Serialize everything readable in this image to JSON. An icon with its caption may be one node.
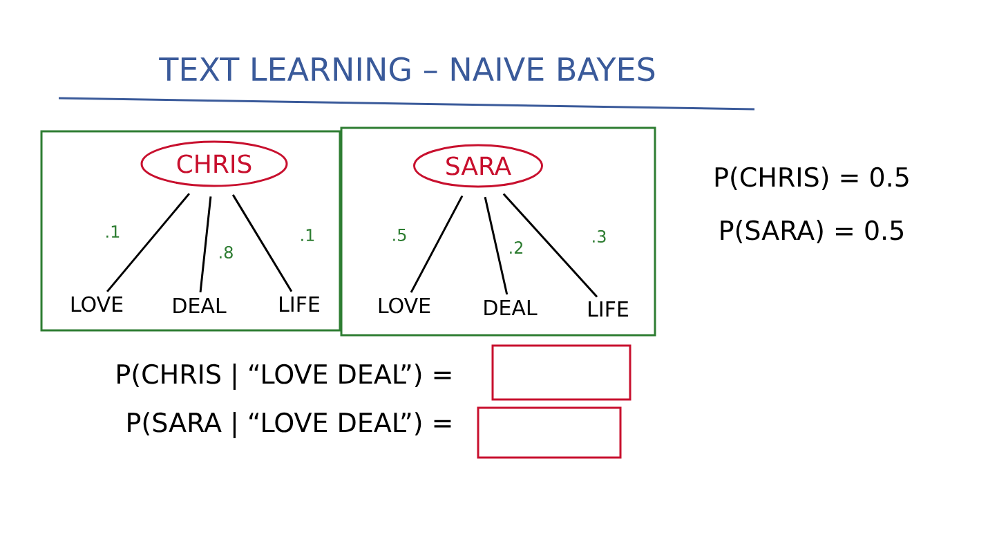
{
  "diagram": {
    "title": "TEXT LEARNING – NAIVE BAYES",
    "nodes": [
      {
        "text": [],
        "shape": "box"
      },
      {
        "text": [
          "CHRIS"
        ],
        "in": 0
      },
      {
        "text": [
          "LOVE"
        ],
        "in": 0
      },
      {
        "text": [
          "DEAL"
        ],
        "in": 0
      },
      {
        "text": [
          "LIFE"
        ],
        "in": 0
      },
      {
        "text": [],
        "shape": "box"
      },
      {
        "text": [
          "SARA"
        ],
        "in": 5
      },
      {
        "text": [
          "LOVE"
        ],
        "in": 5
      },
      {
        "text": [
          "DEAL"
        ],
        "in": 5
      },
      {
        "text": [
          "LIFE"
        ],
        "in": 5
      }
    ],
    "edges": [
      {
        "from": 1,
        "to": 2,
        "arrow": "none",
        "label": ".1"
      },
      {
        "from": 1,
        "to": 3,
        "arrow": "none",
        "label": ".8"
      },
      {
        "from": 1,
        "to": 4,
        "arrow": "none",
        "label": ".1"
      },
      {
        "from": 6,
        "to": 7,
        "arrow": "none",
        "label": ".5"
      },
      {
        "from": 6,
        "to": 8,
        "arrow": "none",
        "label": ".2"
      },
      {
        "from": 6,
        "to": 9,
        "arrow": "none",
        "label": ".3"
      }
    ],
    "labels": [
      "P(CHRIS) = 0.5",
      "P(SARA) = 0.5",
      "P(CHRIS | “LOVE DEAL”) =",
      "P(SARA | “LOVE DEAL”) ="
    ]
  }
}
